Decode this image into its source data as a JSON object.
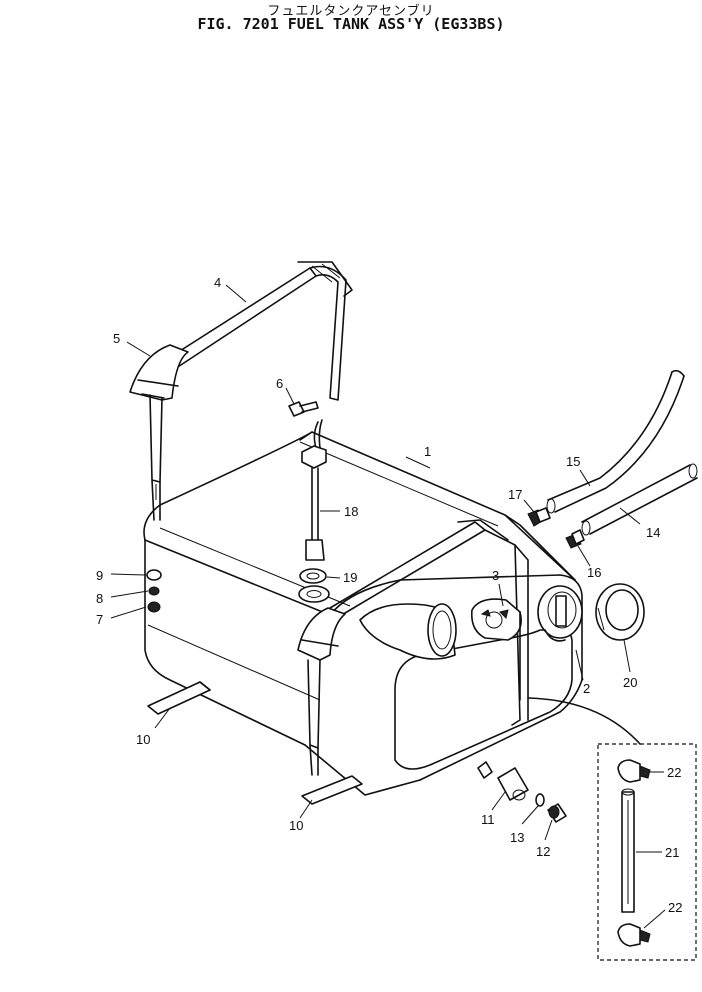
{
  "title": {
    "japanese": "フュエルタンクアセンブリ",
    "english": "FIG. 7201  FUEL TANK ASS'Y (EG33BS)"
  },
  "callouts": [
    {
      "id": "c1",
      "text": "1"
    },
    {
      "id": "c2",
      "text": "2"
    },
    {
      "id": "c3",
      "text": "3"
    },
    {
      "id": "c4",
      "text": "4"
    },
    {
      "id": "c5",
      "text": "5"
    },
    {
      "id": "c6",
      "text": "6"
    },
    {
      "id": "c7",
      "text": "7"
    },
    {
      "id": "c8",
      "text": "8"
    },
    {
      "id": "c9",
      "text": "9"
    },
    {
      "id": "c10a",
      "text": "10"
    },
    {
      "id": "c10b",
      "text": "10"
    },
    {
      "id": "c11",
      "text": "11"
    },
    {
      "id": "c12",
      "text": "12"
    },
    {
      "id": "c13",
      "text": "13"
    },
    {
      "id": "c14",
      "text": "14"
    },
    {
      "id": "c15",
      "text": "15"
    },
    {
      "id": "c16",
      "text": "16"
    },
    {
      "id": "c17",
      "text": "17"
    },
    {
      "id": "c18",
      "text": "18"
    },
    {
      "id": "c19",
      "text": "19"
    },
    {
      "id": "c20",
      "text": "20"
    },
    {
      "id": "c21",
      "text": "21"
    },
    {
      "id": "c22a",
      "text": "22"
    },
    {
      "id": "c22b",
      "text": "22"
    }
  ]
}
